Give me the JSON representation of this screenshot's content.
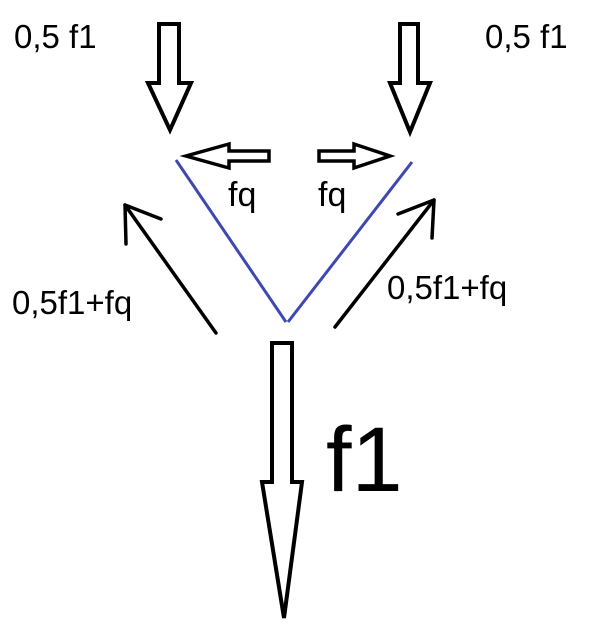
{
  "labels": {
    "top_left": "0,5 f1",
    "top_right": "0,5 f1",
    "fq_left": "fq",
    "fq_right": "fq",
    "mid_left": "0,5f1+fq",
    "mid_right": "0,5f1+fq",
    "bottom": "f1"
  },
  "colors": {
    "v_lines": "#3f48b0",
    "arrows": "#000000",
    "background": "#ffffff"
  }
}
